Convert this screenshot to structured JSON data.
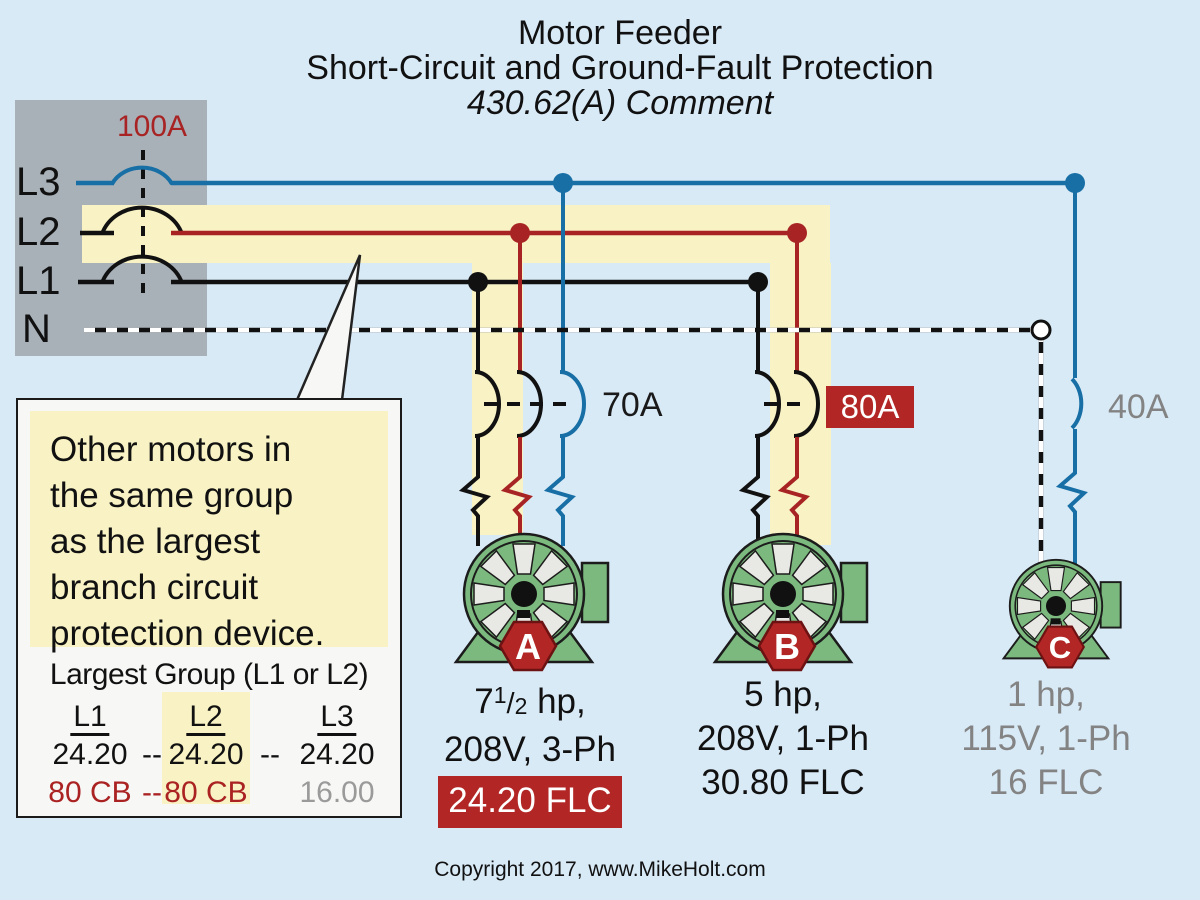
{
  "title": {
    "line1": "Motor Feeder",
    "line2": "Short-Circuit and Ground-Fault Protection",
    "line3": "430.62(A) Comment"
  },
  "panel": {
    "l3": "L3",
    "l2": "L2",
    "l1": "L1",
    "n": "N",
    "feeder_breaker_rating": "100A"
  },
  "breakers": {
    "a": "70A",
    "b": "80A",
    "c": "40A"
  },
  "motors": {
    "a": {
      "letter": "A",
      "hp_pre": "7",
      "frac_num": "1",
      "frac_slash": "/",
      "frac_den": "2",
      "hp_post": " hp,",
      "line2": "208V, 3-Ph",
      "flc": "24.20 FLC"
    },
    "b": {
      "letter": "B",
      "line1": "5 hp,",
      "line2": "208V, 1-Ph",
      "flc": "30.80 FLC"
    },
    "c": {
      "letter": "C",
      "line1": "1 hp,",
      "line2": "115V, 1-Ph",
      "flc": "16 FLC"
    }
  },
  "callout": {
    "lines": [
      "Other motors in",
      "the same group",
      "as the largest",
      "branch circuit",
      "protection device."
    ]
  },
  "table": {
    "title": "Largest Group (L1 or L2)",
    "cols": [
      "L1",
      "L2",
      "L3"
    ],
    "row1": [
      "24.20",
      "--",
      "24.20",
      "--",
      "24.20"
    ],
    "row2": [
      "80 CB",
      "--",
      "80 CB",
      "16.00"
    ]
  },
  "copyright": "Copyright 2017, www.MikeHolt.com",
  "colors": {
    "accent_blue": "#176fa5",
    "accent_red": "#a82424",
    "highlight_yellow": "#f8f2c4",
    "panel_gray": "#a8b1b8",
    "motor_green": "#7cb97e",
    "badge_red": "#b22626",
    "background": "#d9eaf7"
  }
}
